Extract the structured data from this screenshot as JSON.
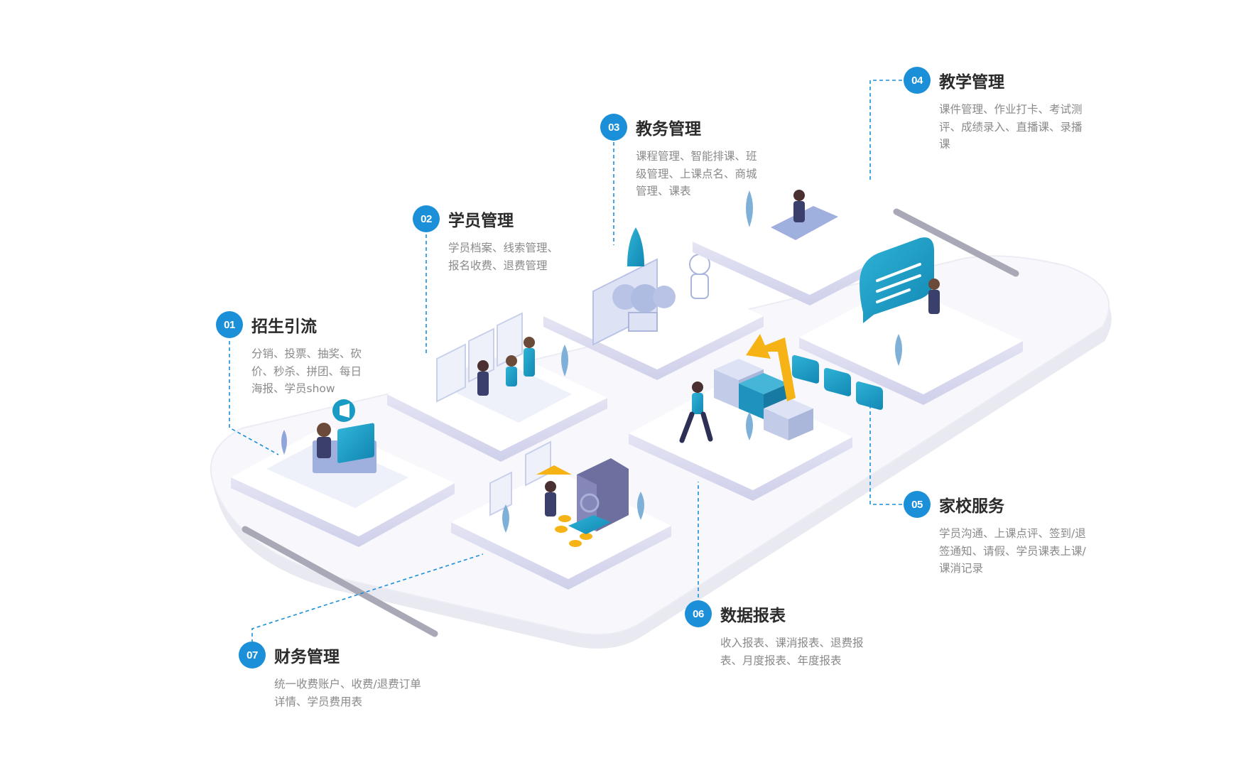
{
  "modules": [
    {
      "num": "01",
      "title": "招生引流",
      "desc": "分销、投票、抽奖、砍\n价、秒杀、拼团、每日\n海报、学员show"
    },
    {
      "num": "02",
      "title": "学员管理",
      "desc": "学员档案、线索管理、\n报名收费、退费管理"
    },
    {
      "num": "03",
      "title": "教务管理",
      "desc": "课程管理、智能排课、班\n级管理、上课点名、商城\n管理、课表"
    },
    {
      "num": "04",
      "title": "教学管理",
      "desc": "课件管理、作业打卡、考试测\n评、成绩录入、直播课、录播\n课"
    },
    {
      "num": "05",
      "title": "家校服务",
      "desc": "学员沟通、上课点评、签到/退\n签通知、请假、学员课表上课/\n课消记录"
    },
    {
      "num": "06",
      "title": "数据报表",
      "desc": "收入报表、课消报表、退费报\n表、月度报表、年度报表"
    },
    {
      "num": "07",
      "title": "财务管理",
      "desc": "统一收费账户、收费/退费订单\n详情、学员费用表"
    }
  ],
  "colors": {
    "accent": "#1b8fd8",
    "title": "#2b2b2b",
    "desc": "#8a8a8a",
    "platform": "#f3f3fa",
    "tile": "#ffffff",
    "tile_edge": "#dcdcf0",
    "figure": "#1a9bc4"
  }
}
